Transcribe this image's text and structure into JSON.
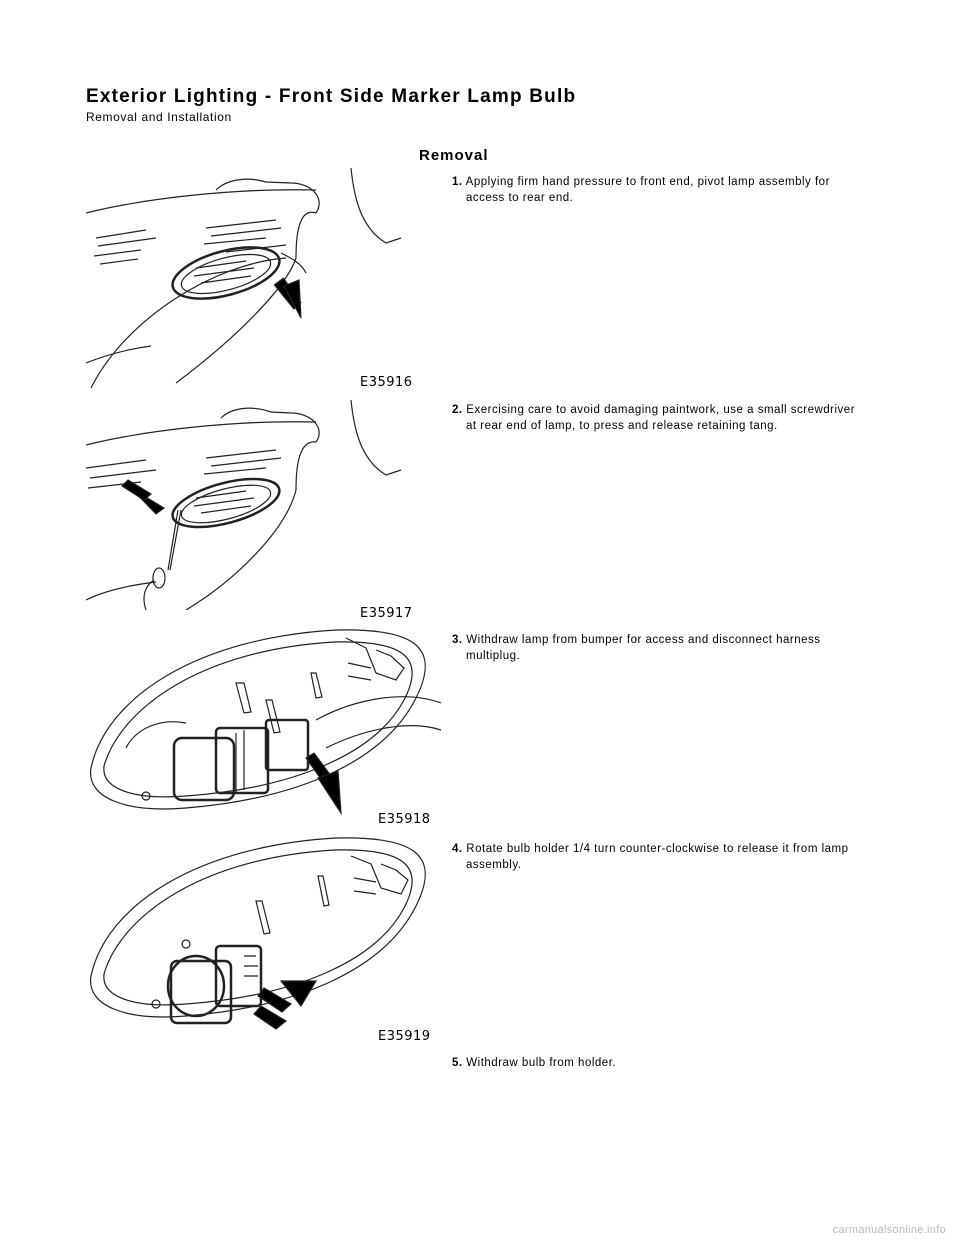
{
  "header": {
    "title": "Exterior Lighting - Front Side Marker Lamp Bulb",
    "subtitle": "Removal and Installation"
  },
  "section": "Removal",
  "steps": [
    {
      "number": "1.",
      "text": "Applying firm hand pressure to front end, pivot lamp assembly for access to rear end.",
      "figure": "E35916"
    },
    {
      "number": "2.",
      "text": "Exercising care to avoid damaging paintwork, use a small screwdriver at rear end of lamp, to press and release retaining tang.",
      "figure": "E35917"
    },
    {
      "number": "3.",
      "text": "Withdraw lamp from bumper for access and disconnect harness multiplug.",
      "figure": "E35918"
    },
    {
      "number": "4.",
      "text": "Rotate bulb holder 1/4 turn counter-clockwise to release it from lamp assembly.",
      "figure": "E35919"
    },
    {
      "number": "5.",
      "text": "Withdraw bulb from holder."
    }
  ],
  "footer": "carmanualsonline.info"
}
